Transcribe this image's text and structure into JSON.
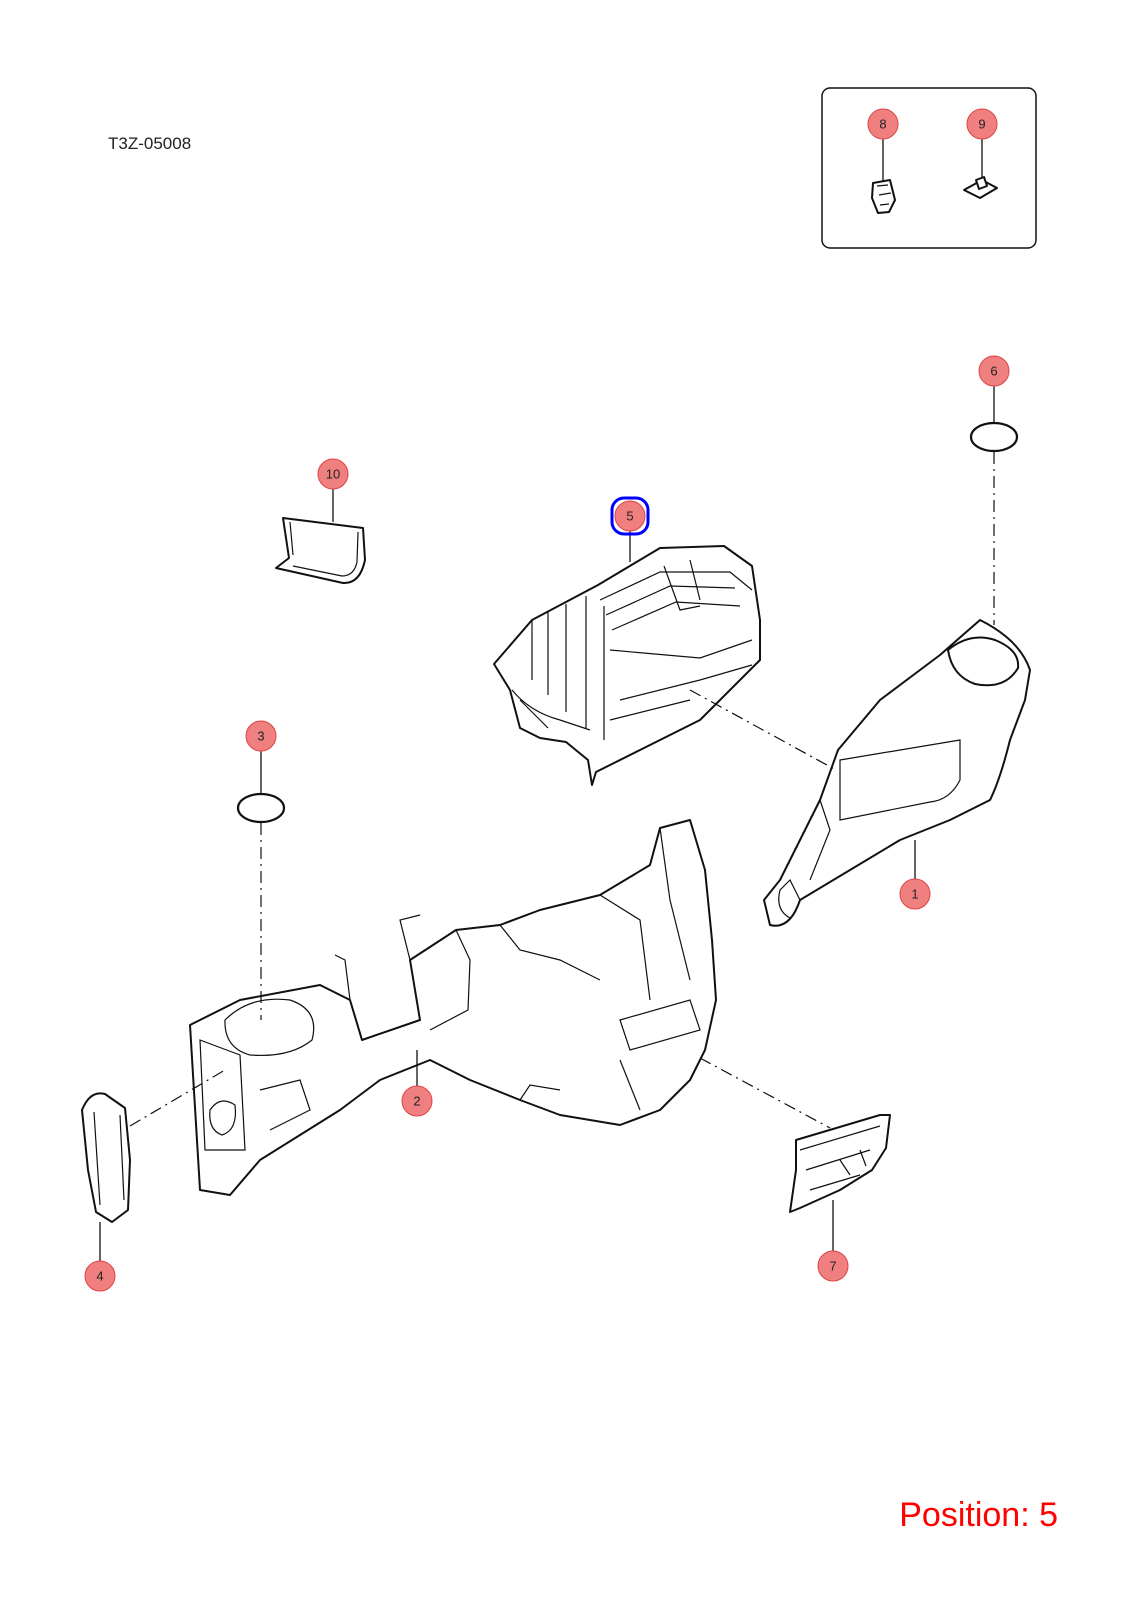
{
  "diagram_code": "T3Z-05008",
  "position_text": "Position: 5",
  "selected_callout": "5",
  "colors": {
    "callout_fill": "#f08080",
    "callout_stroke": "#d44444",
    "highlight": "#0000ff",
    "position_text": "#ff0000"
  },
  "callouts": [
    {
      "id": "1",
      "label": "1"
    },
    {
      "id": "2",
      "label": "2"
    },
    {
      "id": "3",
      "label": "3"
    },
    {
      "id": "4",
      "label": "4"
    },
    {
      "id": "5",
      "label": "5"
    },
    {
      "id": "6",
      "label": "6"
    },
    {
      "id": "7",
      "label": "7"
    },
    {
      "id": "8",
      "label": "8"
    },
    {
      "id": "9",
      "label": "9"
    },
    {
      "id": "10",
      "label": "10"
    }
  ]
}
